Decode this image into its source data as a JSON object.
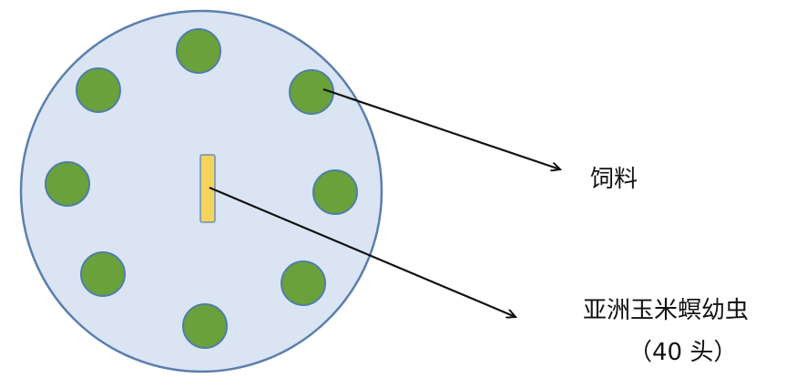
{
  "diagram": {
    "colors": {
      "dish_fill": "#dbe4f3",
      "dish_stroke": "#5b7fad",
      "feed_fill": "#6aa13a",
      "feed_stroke": "#4f7ea8",
      "larvae_marker_fill": "#f5d45d",
      "larvae_marker_stroke": "#6b8fba",
      "arrow": "#111111"
    },
    "feed_pellet_count": 8,
    "labels": {
      "feed": "饲料",
      "larvae": "亚洲玉米螟幼虫",
      "count": "（40 头）"
    }
  }
}
